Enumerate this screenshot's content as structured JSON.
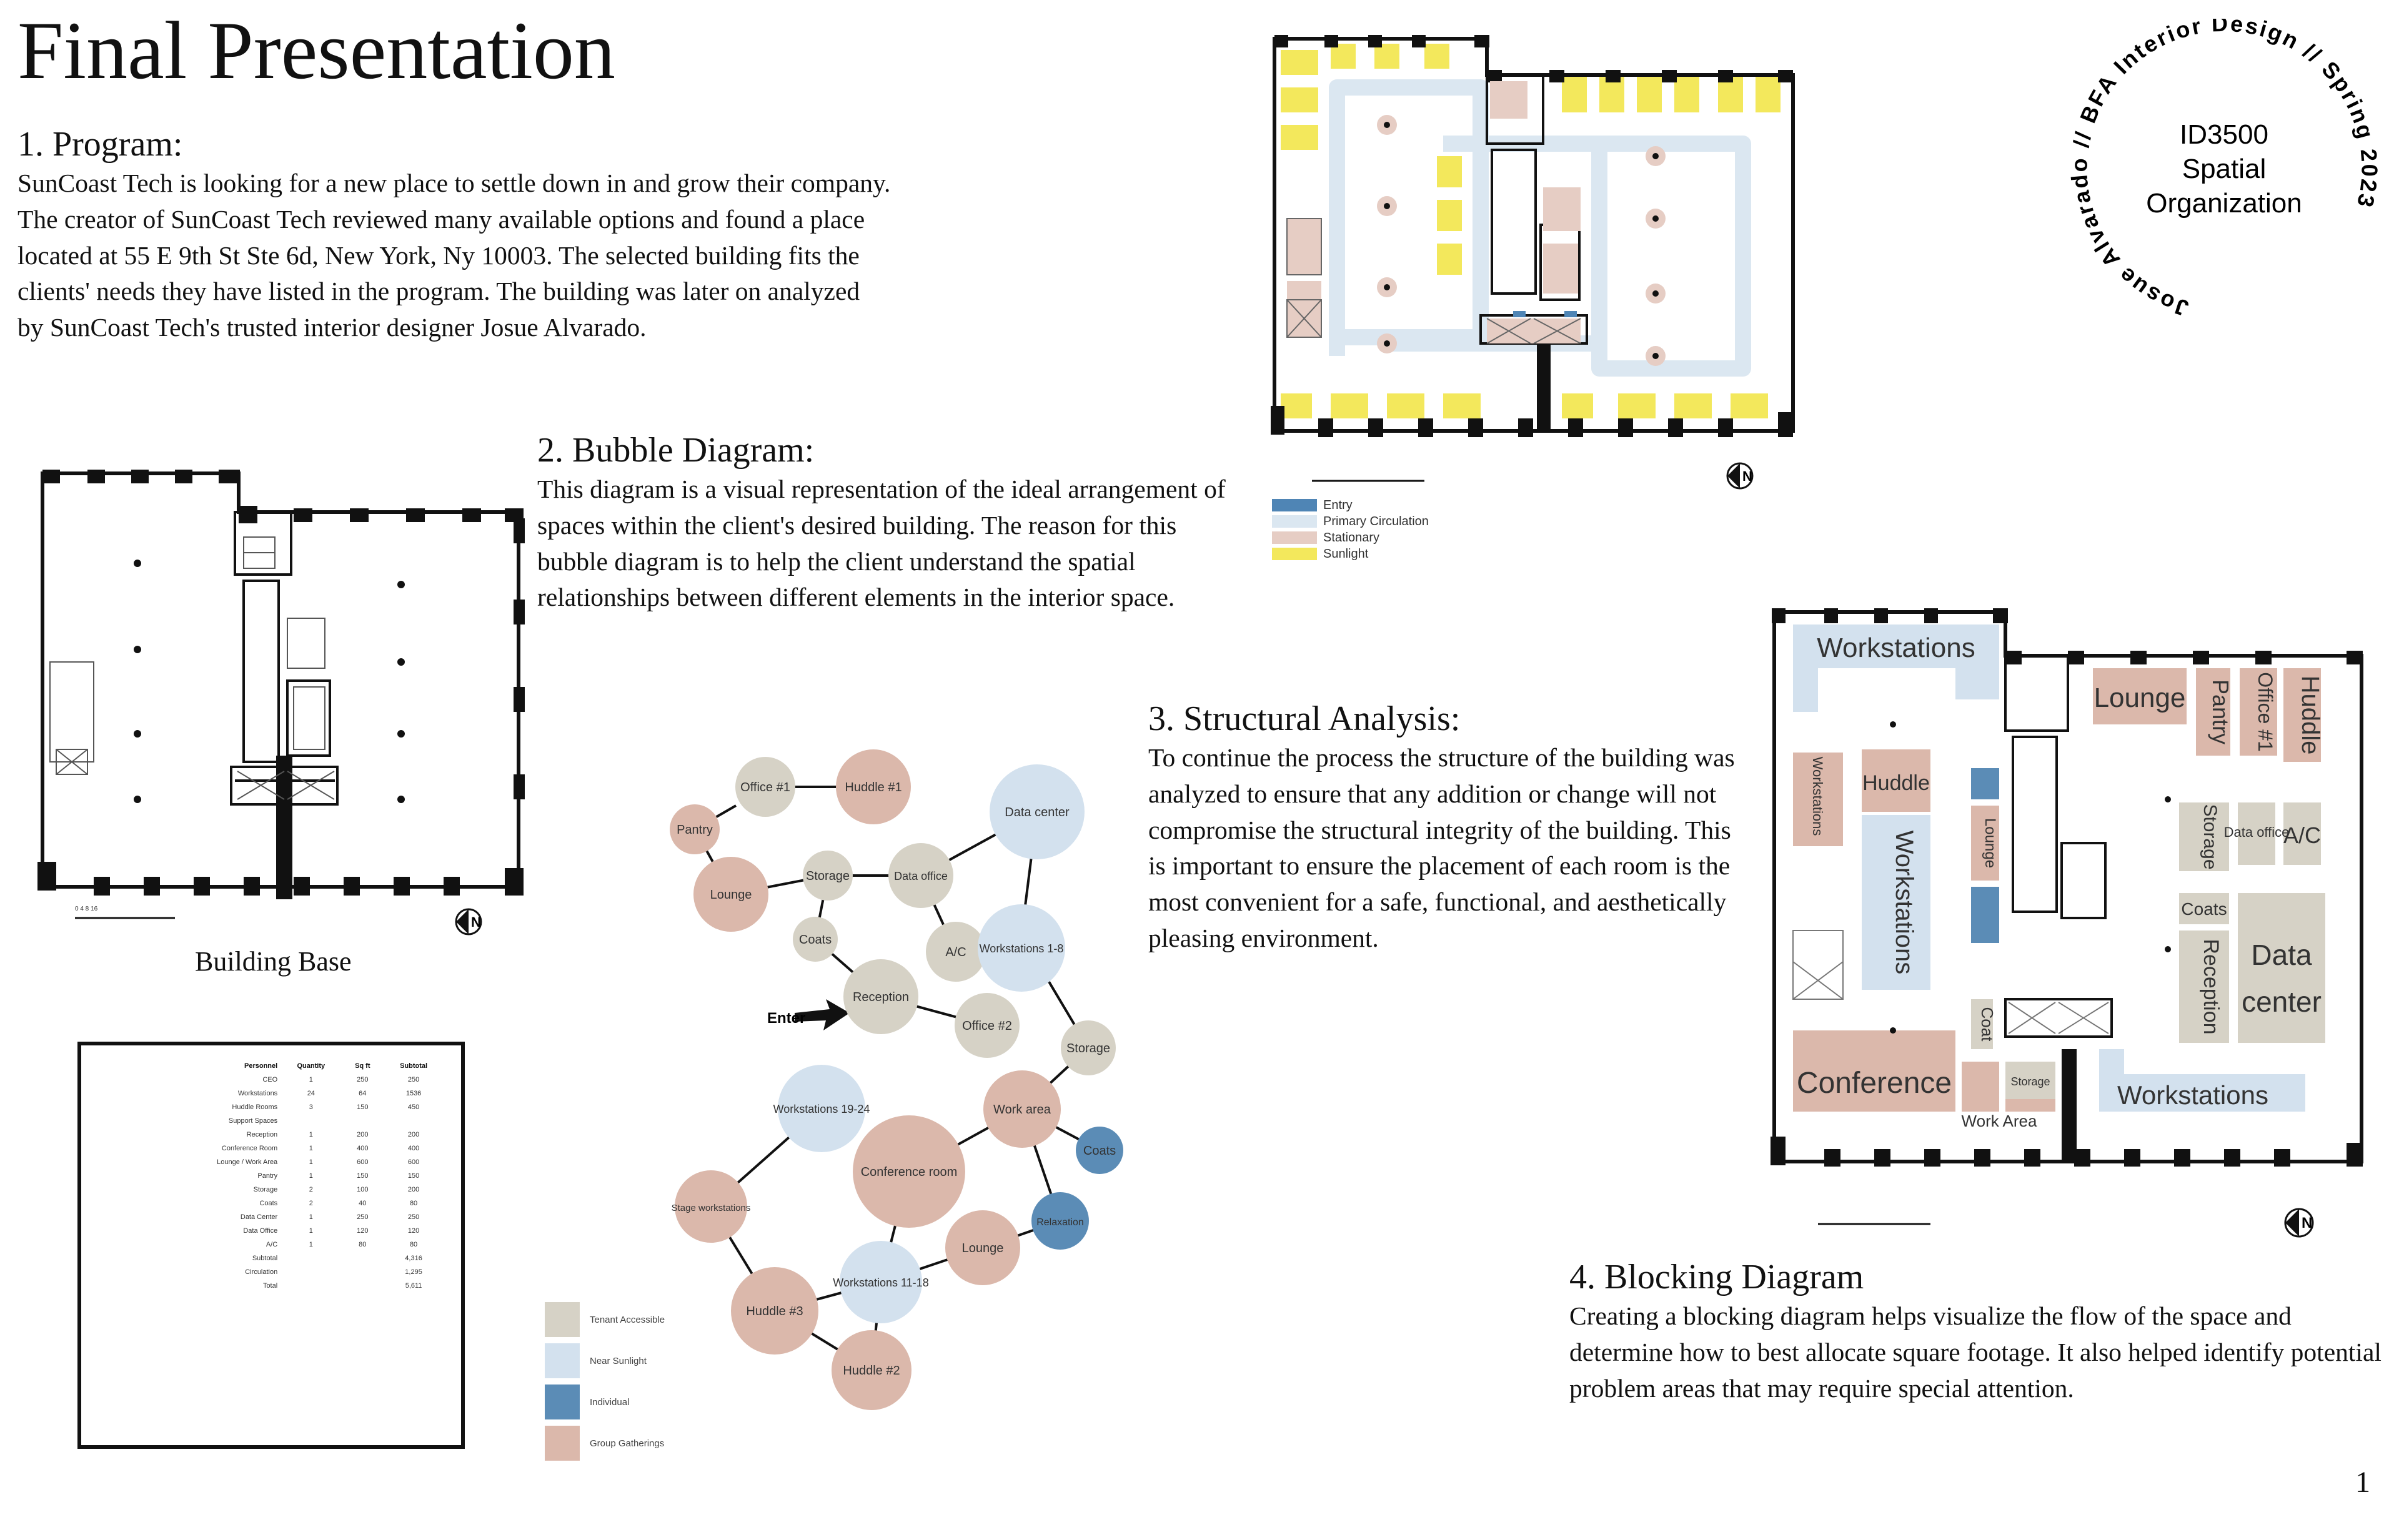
{
  "page": {
    "title": "Final Presentation",
    "page_number": "1"
  },
  "seal": {
    "course": "ID3500",
    "course_name_line1": "Spatial",
    "course_name_line2": "Organization",
    "ring_text": "Josue Alvarado // BFA Interior Design // Spring 2023"
  },
  "sections": {
    "program": {
      "heading": "1. Program:",
      "body": "SunCoast Tech is looking for a new place to settle down in and grow their company. The creator of SunCoast Tech reviewed many available options and found a place located at 55 E 9th St Ste 6d, New York, Ny 10003. The selected building fits the clients' needs they have listed in the program. The building was later on analyzed by SunCoast Tech's trusted interior designer Josue Alvarado."
    },
    "bubble": {
      "heading": "2. Bubble Diagram:",
      "body": "This diagram is a visual representation of the ideal arrangement of spaces within the client's desired building. The reason for this bubble diagram is to help the client understand the spatial relationships between different elements in the interior space."
    },
    "structural": {
      "heading": "3. Structural Analysis:",
      "body": "To continue the process the structure of the building was analyzed to ensure that any addition or change will not compromise the structural integrity of the building. This is important to ensure the placement of each room is the most convenient for a safe, functional, and aesthetically pleasing environment."
    },
    "blocking": {
      "heading": "4. Blocking Diagram",
      "body": "Creating a blocking diagram helps visualize the flow of the space and determine how to best allocate square footage. It also helped identify potential problem areas that may require special attention."
    }
  },
  "building_base": {
    "caption": "Building Base"
  },
  "colors": {
    "neutral": "#d6d2c6",
    "sunlight_blue": "#d3e1ee",
    "navy": "#5b8cb6",
    "group": "#dbb8ab",
    "sun_yellow": "#f3e85c",
    "circulation": "#dbe7f1",
    "stationary": "#e6cdc4",
    "entry": "#4f85b5"
  },
  "bubble_legend": [
    {
      "color": "#d6d2c6",
      "label": "Tenant Accessible"
    },
    {
      "color": "#d3e1ee",
      "label": "Near Sunlight"
    },
    {
      "color": "#5b8cb6",
      "label": "Individual"
    },
    {
      "color": "#dbb8ab",
      "label": "Group Gatherings"
    }
  ],
  "structural_legend": [
    {
      "color": "#4f85b5",
      "label": "Entry"
    },
    {
      "color": "#dbe7f1",
      "label": "Primary Circulation"
    },
    {
      "color": "#e6cdc4",
      "label": "Stationary"
    },
    {
      "color": "#f3e85c",
      "label": "Sunlight"
    }
  ],
  "bubbles": {
    "office1": "Office #1",
    "huddle1": "Huddle #1",
    "pantry": "Pantry",
    "lounge": "Lounge",
    "storage1": "Storage",
    "data_office": "Data office",
    "data_center": "Data center",
    "coats1": "Coats",
    "ac": "A/C",
    "workstations1": "Workstations 1-8",
    "reception": "Reception",
    "enter": "Enter",
    "office2": "Office #2",
    "storage2": "Storage",
    "workstations2": "Workstations 19-24",
    "work_area": "Work area",
    "coats2": "Coats",
    "conference": "Conference room",
    "lounge2": "Lounge",
    "stage": "Stage workstations",
    "relax": "Relaxation",
    "workstations3": "Workstations 11-18",
    "huddle3": "Huddle #3",
    "huddle2": "Huddle #2"
  },
  "blocking_labels": {
    "workstations_top": "Workstations",
    "lounge": "Lounge",
    "pantry": "Pantry",
    "office1": "Office #1",
    "huddle_right": "Huddle",
    "huddle_left": "Huddle",
    "workstations_mid": "Workstations",
    "lounge_small": "Lounge",
    "storage": "Storage",
    "data_office": "Data office",
    "ac": "A/C",
    "coats": "Coats",
    "reception": "Reception",
    "data_center_1": "Data",
    "data_center_2": "center",
    "conference": "Conference",
    "coat": "Coat",
    "work_area": "Work Area",
    "workstations_bottom": "Workstations",
    "workstations_side": "Workstations",
    "storage_small": "Storage"
  },
  "program_table": {
    "header": [
      "Personnel",
      "Quantity",
      "Sq ft",
      "Subtotal"
    ],
    "rows": [
      [
        "CEO",
        "1",
        "250",
        "250"
      ],
      [
        "Workstations",
        "24",
        "64",
        "1536"
      ],
      [
        "Huddle Rooms",
        "3",
        "150",
        "450"
      ],
      [
        "Support Spaces",
        "",
        "",
        ""
      ],
      [
        "Reception",
        "1",
        "200",
        "200"
      ],
      [
        "Conference Room",
        "1",
        "400",
        "400"
      ],
      [
        "Lounge / Work Area",
        "1",
        "600",
        "600"
      ],
      [
        "Pantry",
        "1",
        "150",
        "150"
      ],
      [
        "Storage",
        "2",
        "100",
        "200"
      ],
      [
        "Coats",
        "2",
        "40",
        "80"
      ],
      [
        "Data Center",
        "1",
        "250",
        "250"
      ],
      [
        "Data Office",
        "1",
        "120",
        "120"
      ],
      [
        "A/C",
        "1",
        "80",
        "80"
      ],
      [
        "Subtotal",
        "",
        "",
        "4,316"
      ],
      [
        "Circulation",
        "",
        "",
        "1,295"
      ],
      [
        "Total",
        "",
        "",
        "5,611"
      ]
    ]
  }
}
